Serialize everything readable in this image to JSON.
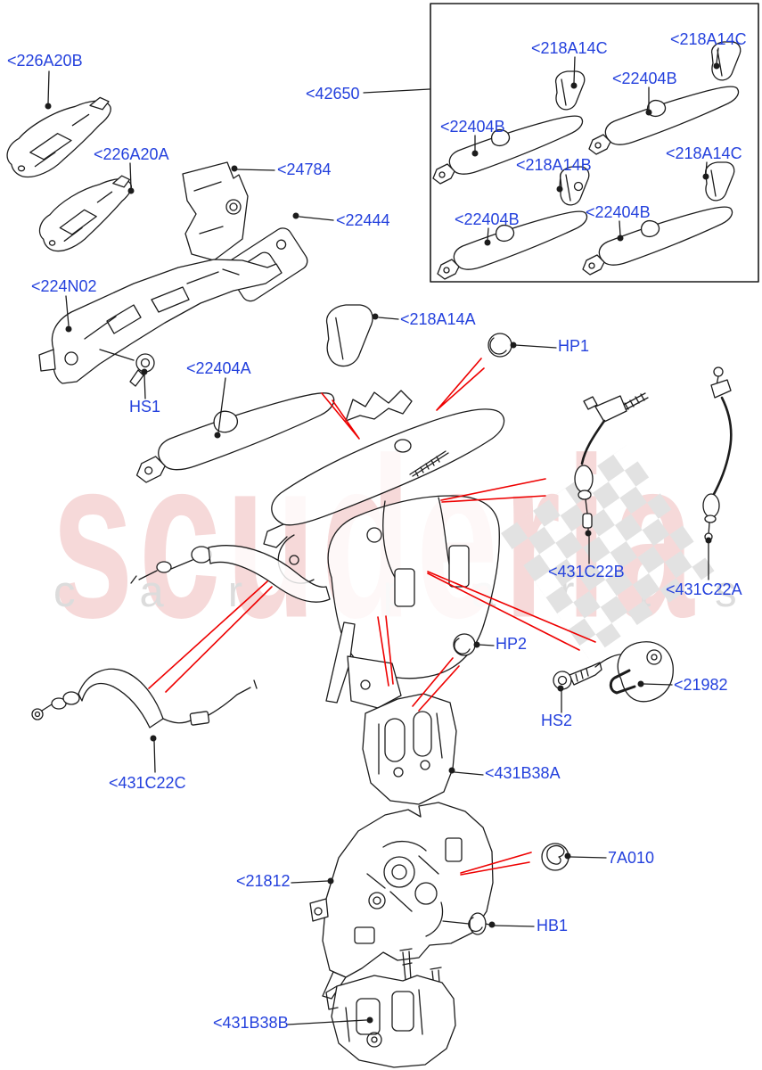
{
  "diagram": {
    "watermark": {
      "brand": "scuderia",
      "tagline": "car parts"
    },
    "colors": {
      "label": "#2441dd",
      "line": "#1c1c1c",
      "red": "#ee0000",
      "pink": "#f6d9d9",
      "gray": "#dcdcdc",
      "checker": "#e2e2e2"
    },
    "labels": [
      {
        "id": "226A20B",
        "text": "<226A20B"
      },
      {
        "id": "42650",
        "text": "<42650"
      },
      {
        "id": "218A14C-1",
        "text": "<218A14C"
      },
      {
        "id": "218A14C-2",
        "text": "<218A14C"
      },
      {
        "id": "22404B-2",
        "text": "<22404B"
      },
      {
        "id": "22404B-1",
        "text": "<22404B"
      },
      {
        "id": "226A20A",
        "text": "<226A20A"
      },
      {
        "id": "24784",
        "text": "<24784"
      },
      {
        "id": "218A14B",
        "text": "<218A14B"
      },
      {
        "id": "218A14C-3",
        "text": "<218A14C"
      },
      {
        "id": "22444",
        "text": "<22444"
      },
      {
        "id": "22404B-3",
        "text": "<22404B"
      },
      {
        "id": "22404B-4",
        "text": "<22404B"
      },
      {
        "id": "224N02",
        "text": "<224N02"
      },
      {
        "id": "218A14A",
        "text": "<218A14A"
      },
      {
        "id": "HP1",
        "text": "HP1"
      },
      {
        "id": "22404A",
        "text": "<22404A"
      },
      {
        "id": "HS1",
        "text": "HS1"
      },
      {
        "id": "431C22B",
        "text": "<431C22B"
      },
      {
        "id": "431C22A",
        "text": "<431C22A"
      },
      {
        "id": "HP2",
        "text": "HP2"
      },
      {
        "id": "21982",
        "text": "<21982"
      },
      {
        "id": "HS2",
        "text": "HS2"
      },
      {
        "id": "431B38A",
        "text": "<431B38A"
      },
      {
        "id": "431C22C",
        "text": "<431C22C"
      },
      {
        "id": "21812",
        "text": "<21812"
      },
      {
        "id": "7A010",
        "text": "7A010"
      },
      {
        "id": "HB1",
        "text": "HB1"
      },
      {
        "id": "431B38B",
        "text": "<431B38B"
      }
    ]
  }
}
